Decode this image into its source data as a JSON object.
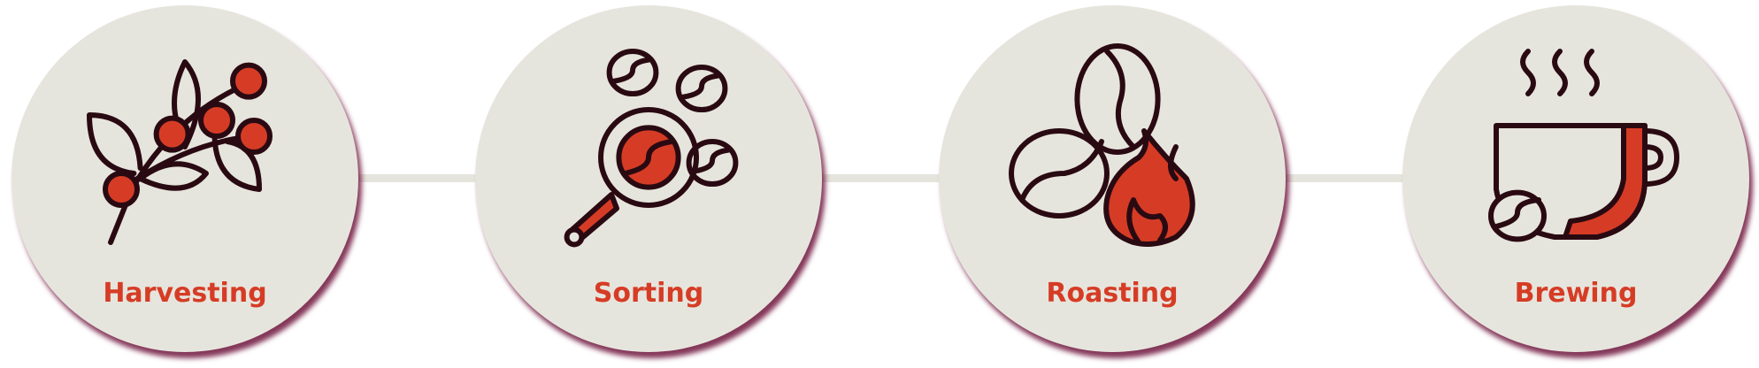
{
  "colors": {
    "accent": "#d63c25",
    "circle": "#e6e5dd",
    "stroke": "#2a0a12",
    "shadow": "#6e143c"
  },
  "steps": [
    {
      "label": "Harvesting",
      "icon": "coffee-branch-icon"
    },
    {
      "label": "Sorting",
      "icon": "magnifier-bean-icon"
    },
    {
      "label": "Roasting",
      "icon": "beans-fire-icon"
    },
    {
      "label": "Brewing",
      "icon": "coffee-cup-icon"
    }
  ]
}
